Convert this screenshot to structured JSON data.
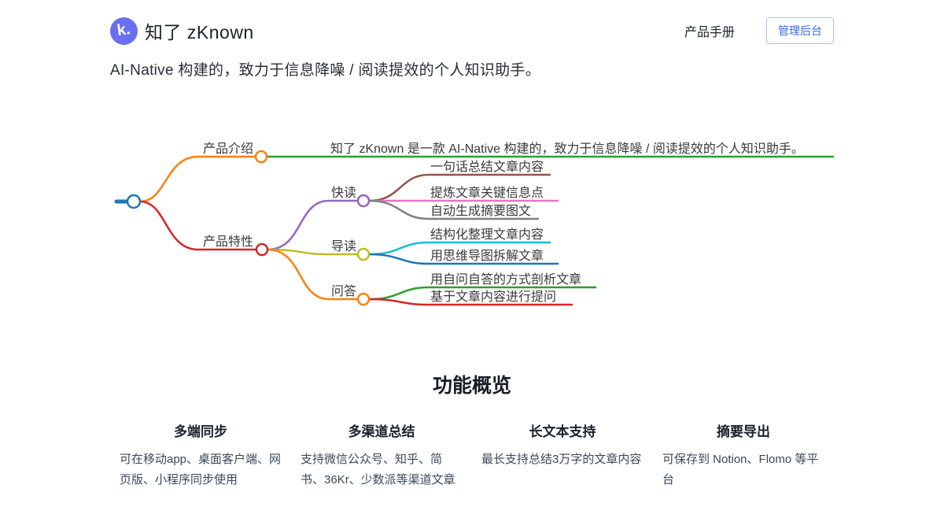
{
  "header": {
    "logo_glyph": "k.",
    "brand": "知了 zKnown",
    "nav_manual": "产品手册",
    "nav_admin": "管理后台"
  },
  "subtitle": "AI-Native 构建的，致力于信息降噪 / 阅读提效的个人知识助手。",
  "colors": {
    "brand_logo": "#6a6ff0",
    "admin_btn_text": "#3a6be0",
    "admin_btn_border": "#a6c3f5",
    "mindmap_root": "#1f77b4"
  },
  "mindmap": {
    "intro": {
      "label": "产品介绍",
      "color": "#ff7f0e",
      "child": {
        "label": "知了 zKnown 是一款 AI-Native 构建的，致力于信息降噪 / 阅读提效的个人知识助手。",
        "color": "#2ca02c"
      }
    },
    "features": {
      "label": "产品特性",
      "color": "#d62728"
    },
    "quick_read": {
      "label": "快读",
      "color": "#9467bd",
      "children": [
        {
          "label": "一句话总结文章内容",
          "color": "#8c564b"
        },
        {
          "label": "提炼文章关键信息点",
          "color": "#e377c2"
        },
        {
          "label": "自动生成摘要图文",
          "color": "#7f7f7f"
        }
      ]
    },
    "guided_read": {
      "label": "导读",
      "color": "#bcbd22",
      "children": [
        {
          "label": "结构化整理文章内容",
          "color": "#17becf"
        },
        {
          "label": "用思维导图拆解文章",
          "color": "#1f77b4"
        }
      ]
    },
    "qa": {
      "label": "问答",
      "color": "#ff7f0e",
      "children": [
        {
          "label": "用自问自答的方式剖析文章",
          "color": "#2ca02c"
        },
        {
          "label": "基于文章内容进行提问",
          "color": "#d62728"
        }
      ]
    }
  },
  "features": {
    "title": "功能概览",
    "items": [
      {
        "title": "多端同步",
        "desc": "可在移动app、桌面客户端、网页版、小程序同步使用"
      },
      {
        "title": "多渠道总结",
        "desc": "支持微信公众号、知乎、简书、36Kr、少数派等渠道文章"
      },
      {
        "title": "长文本支持",
        "desc": "最长支持总结3万字的文章内容"
      },
      {
        "title": "摘要导出",
        "desc": "可保存到 Notion、Flomo 等平台"
      }
    ]
  }
}
